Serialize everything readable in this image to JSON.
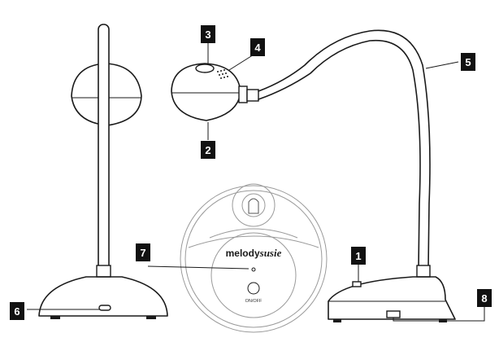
{
  "brand": {
    "name_part1": "melody",
    "name_part2": "susie"
  },
  "power_label": "ON/OFF",
  "callouts": [
    {
      "id": "1",
      "label": "1"
    },
    {
      "id": "2",
      "label": "2"
    },
    {
      "id": "3",
      "label": "3"
    },
    {
      "id": "4",
      "label": "4"
    },
    {
      "id": "5",
      "label": "5"
    },
    {
      "id": "6",
      "label": "6"
    },
    {
      "id": "7",
      "label": "7"
    },
    {
      "id": "8",
      "label": "8"
    }
  ],
  "colors": {
    "ink": "#1a1a1a",
    "badge": "#111111",
    "background": "#ffffff"
  }
}
